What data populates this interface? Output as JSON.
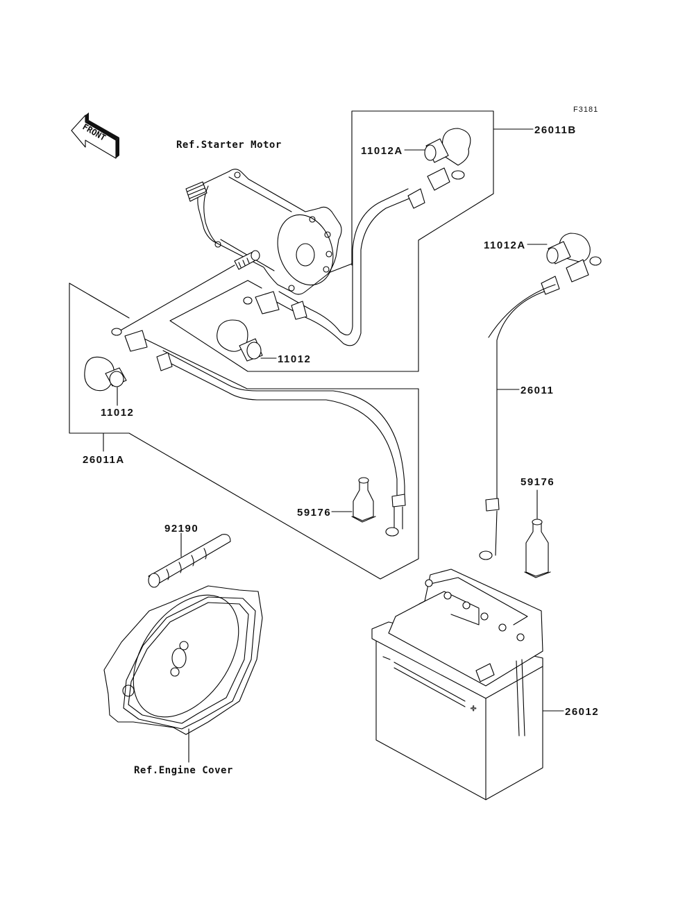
{
  "figure_code": "F3181",
  "direction_indicator": {
    "text": "FRONT",
    "icon": "front-arrow-icon"
  },
  "references": {
    "starter_motor": "Ref.Starter Motor",
    "engine_cover": "Ref.Engine Cover"
  },
  "parts": [
    {
      "id": "26011B",
      "label": "26011B",
      "description": "cable assembly (starter motor side)"
    },
    {
      "id": "11012A-top",
      "label": "11012A",
      "description": "terminal cap"
    },
    {
      "id": "11012A-right",
      "label": "11012A",
      "description": "terminal cap"
    },
    {
      "id": "11012-center",
      "label": "11012",
      "description": "terminal cap"
    },
    {
      "id": "11012-left",
      "label": "11012",
      "description": "terminal cap"
    },
    {
      "id": "26011A",
      "label": "26011A",
      "description": "cable assembly"
    },
    {
      "id": "26011",
      "label": "26011",
      "description": "ground cable"
    },
    {
      "id": "59176-center",
      "label": "59176",
      "description": "terminal boot"
    },
    {
      "id": "59176-right",
      "label": "59176",
      "description": "terminal boot"
    },
    {
      "id": "92190",
      "label": "92190",
      "description": "tube"
    },
    {
      "id": "26012",
      "label": "26012",
      "description": "battery"
    }
  ]
}
